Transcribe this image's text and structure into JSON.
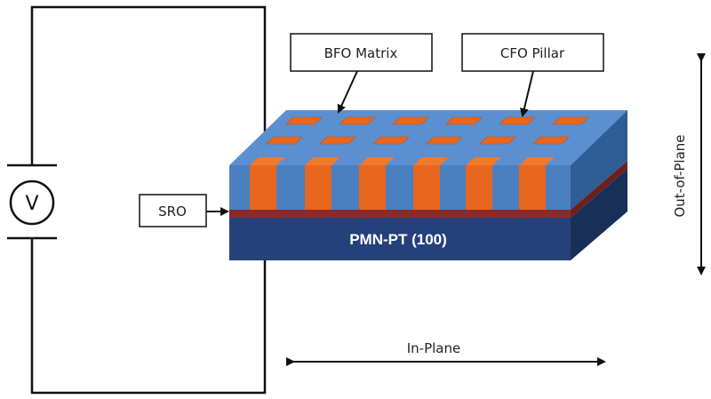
{
  "labels": {
    "bfo_matrix": "BFO Matrix",
    "cfo_pillar": "CFO Pillar",
    "sro": "SRO",
    "substrate": "PMN-PT (100)",
    "in_plane": "In-Plane",
    "out_of_plane": "Out-of-Plane",
    "voltmeter": "V"
  },
  "colors": {
    "matrix_blue": "#4a7fc0",
    "matrix_top": "#5b8fd0",
    "matrix_side": "#2f5d95",
    "pillar_orange": "#e8661e",
    "pillar_top": "#f07a2c",
    "pillar_shade": "#c4520f",
    "sro_red": "#8a2a2a",
    "substrate_front": "#24417a",
    "substrate_side": "#182f5a",
    "substrate_top": "#2c4f8c",
    "line": "#111111"
  }
}
